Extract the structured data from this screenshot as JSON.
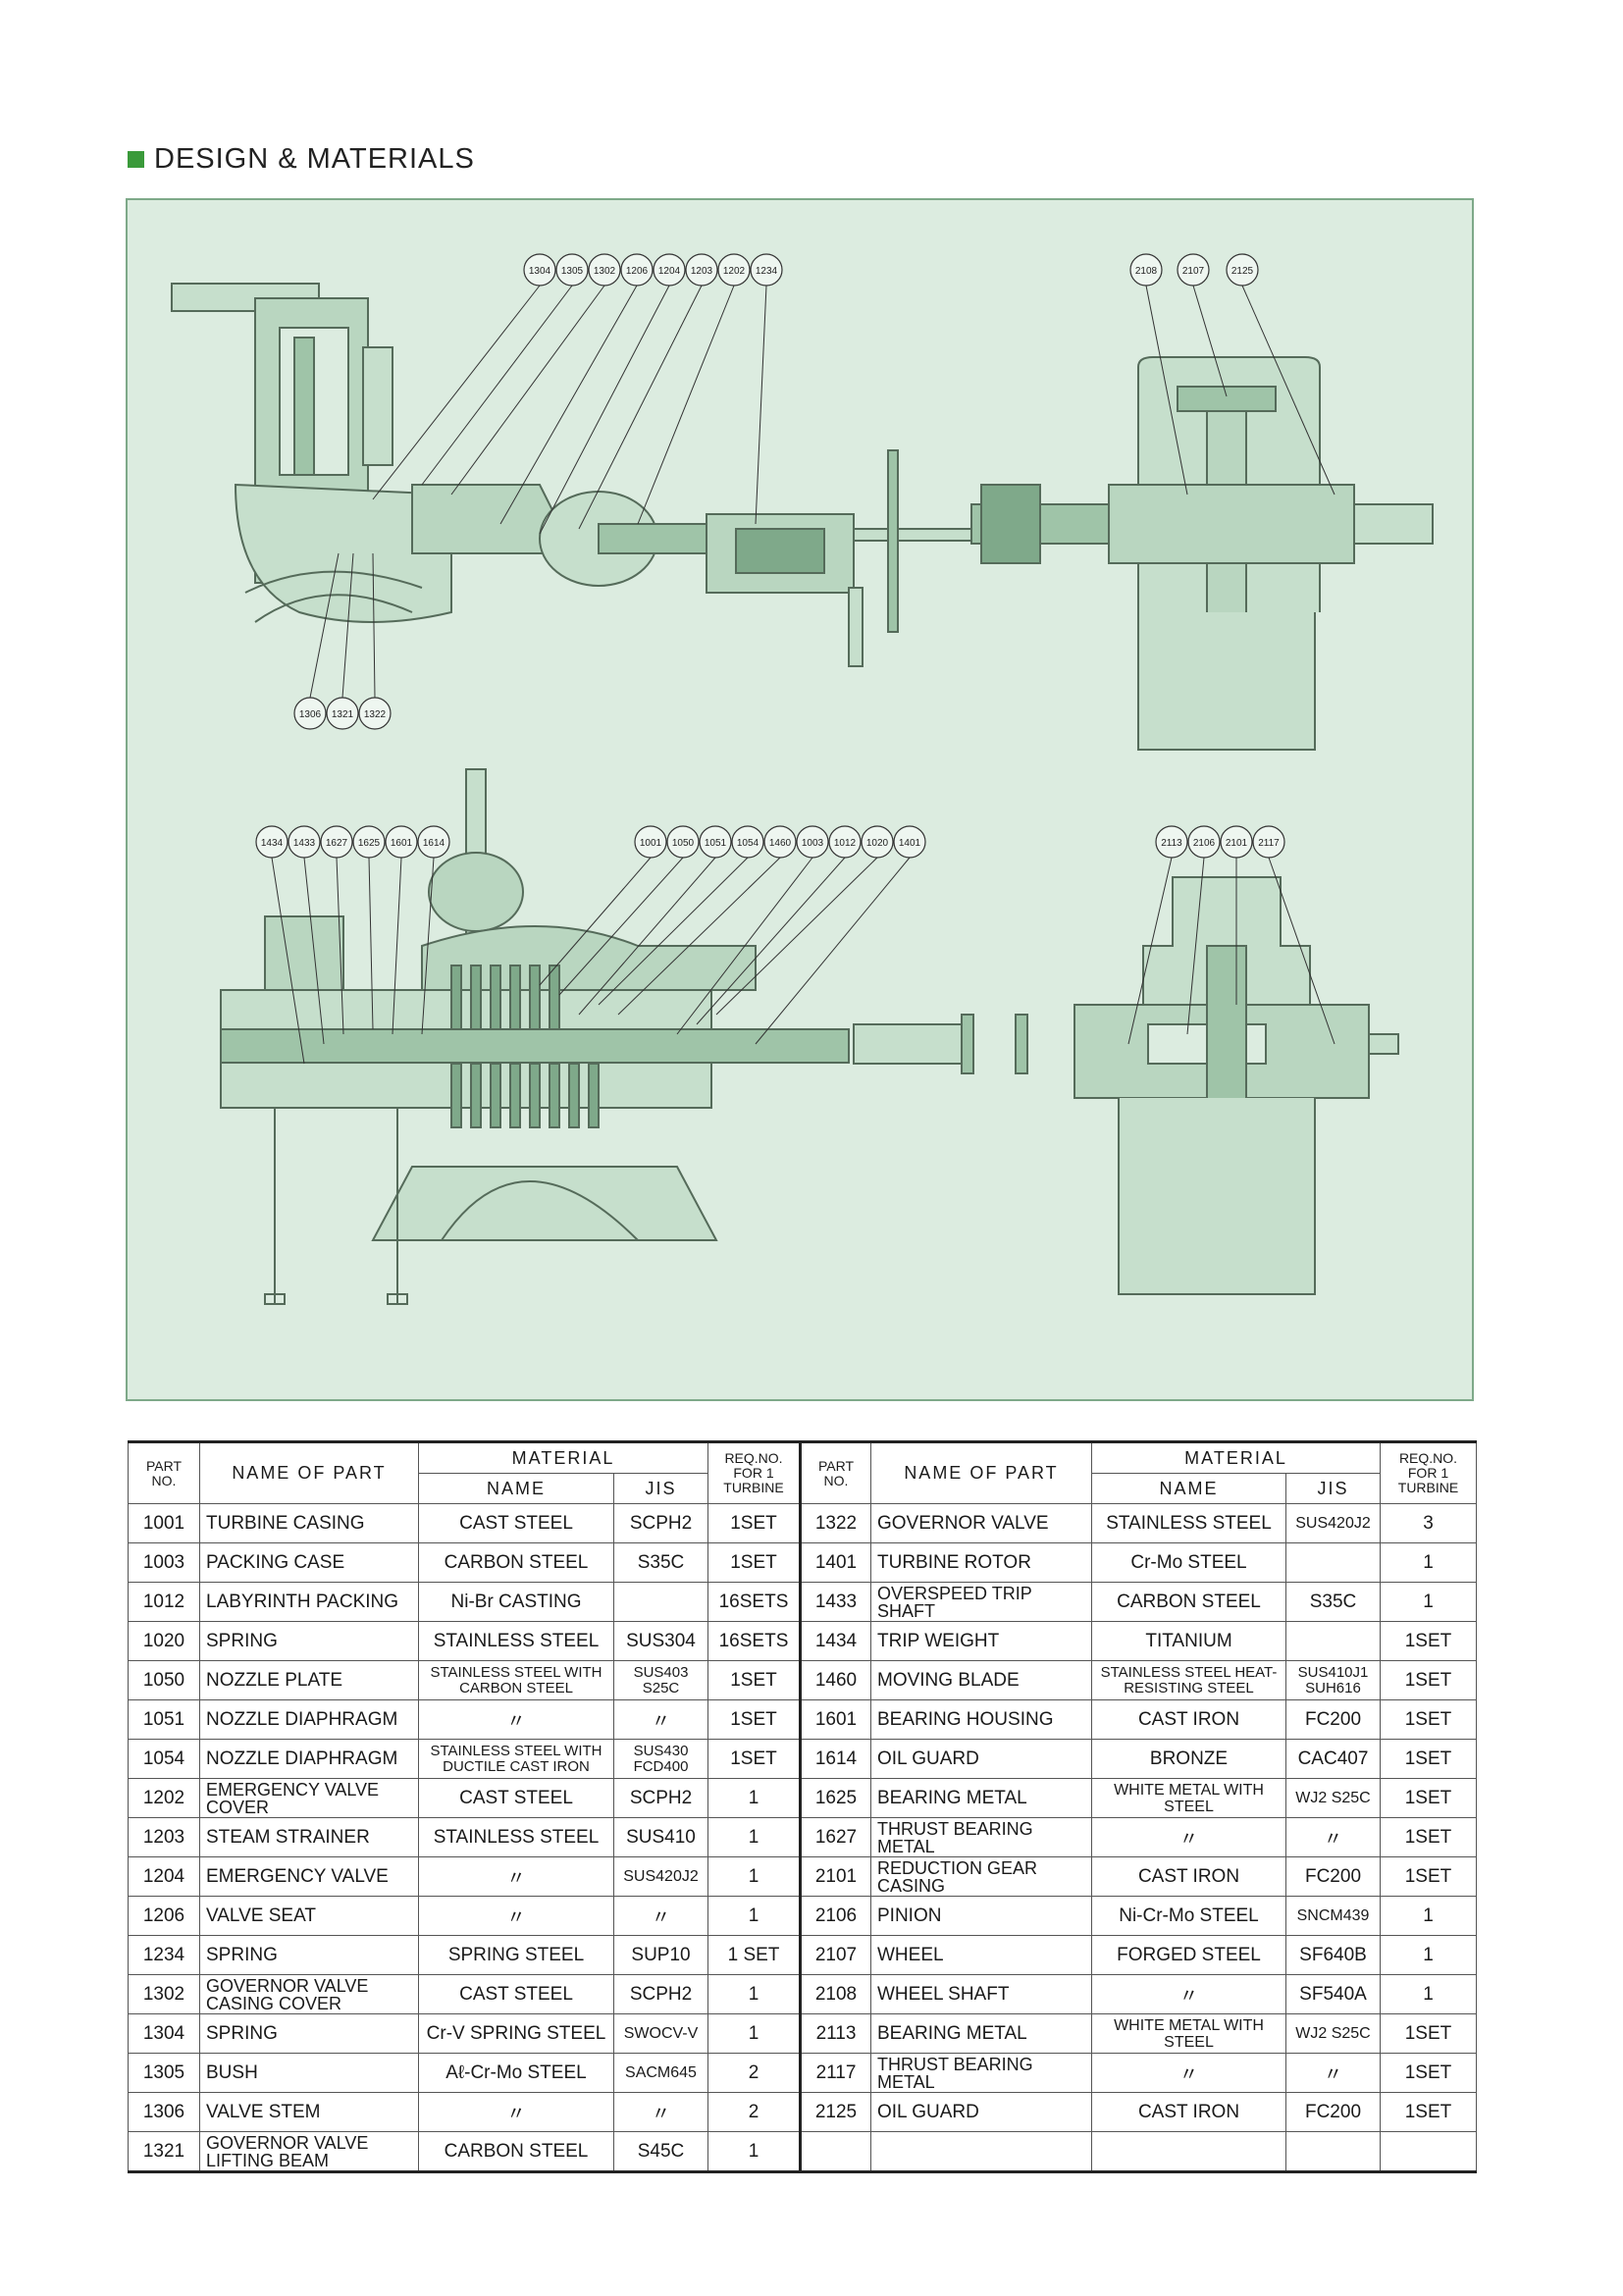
{
  "header": {
    "title": "DESIGN & MATERIALS"
  },
  "colors": {
    "drawing_bg": "#dcece0",
    "line": "#556b5a",
    "fill": "#b9d6c0",
    "accent": "#3a9a3a"
  },
  "callouts": {
    "top_left_top": [
      "1304",
      "1305",
      "1302",
      "1206",
      "1204",
      "1203",
      "1202",
      "1234"
    ],
    "top_left_bottom": [
      "1306",
      "1321",
      "1322"
    ],
    "top_right": [
      "2108",
      "2107",
      "2125"
    ],
    "bottom_left_a": [
      "1434",
      "1433",
      "1627",
      "1625",
      "1601",
      "1614"
    ],
    "bottom_left_b": [
      "1001",
      "1050",
      "1051",
      "1054",
      "1460",
      "1003",
      "1012",
      "1020",
      "1401"
    ],
    "bottom_right": [
      "2113",
      "2106",
      "2101",
      "2117"
    ]
  },
  "table": {
    "headers": {
      "part_no": "PART NO.",
      "name_of_part": "NAME OF PART",
      "material": "MATERIAL",
      "name": "NAME",
      "jis": "JIS",
      "req": "REQ.NO. FOR 1 TURBINE"
    },
    "rows": [
      {
        "l_no": "1001",
        "l_part": "TURBINE CASING",
        "l_name": "CAST STEEL",
        "l_jis": "SCPH2",
        "l_req": "1SET",
        "r_no": "1322",
        "r_part": "GOVERNOR VALVE",
        "r_name": "STAINLESS STEEL",
        "r_jis": "SUS420J2",
        "r_req": "3"
      },
      {
        "l_no": "1003",
        "l_part": "PACKING CASE",
        "l_name": "CARBON STEEL",
        "l_jis": "S35C",
        "l_req": "1SET",
        "r_no": "1401",
        "r_part": "TURBINE ROTOR",
        "r_name": "Cr-Mo STEEL",
        "r_jis": "",
        "r_req": "1"
      },
      {
        "l_no": "1012",
        "l_part": "LABYRINTH PACKING",
        "l_name": "Ni-Br CASTING",
        "l_jis": "",
        "l_req": "16SETS",
        "r_no": "1433",
        "r_part": "OVERSPEED TRIP SHAFT",
        "r_name": "CARBON STEEL",
        "r_jis": "S35C",
        "r_req": "1"
      },
      {
        "l_no": "1020",
        "l_part": "SPRING",
        "l_name": "STAINLESS STEEL",
        "l_jis": "SUS304",
        "l_req": "16SETS",
        "r_no": "1434",
        "r_part": "TRIP WEIGHT",
        "r_name": "TITANIUM",
        "r_jis": "",
        "r_req": "1SET"
      },
      {
        "l_no": "1050",
        "l_part": "NOZZLE PLATE",
        "l_name": "STAINLESS STEEL WITH CARBON STEEL",
        "l_jis": "SUS403 S25C",
        "l_req": "1SET",
        "r_no": "1460",
        "r_part": "MOVING BLADE",
        "r_name": "STAINLESS STEEL HEAT-RESISTING STEEL",
        "r_jis": "SUS410J1 SUH616",
        "r_req": "1SET"
      },
      {
        "l_no": "1051",
        "l_part": "NOZZLE DIAPHRAGM",
        "l_name": "〃",
        "l_jis": "〃",
        "l_req": "1SET",
        "r_no": "1601",
        "r_part": "BEARING HOUSING",
        "r_name": "CAST IRON",
        "r_jis": "FC200",
        "r_req": "1SET"
      },
      {
        "l_no": "1054",
        "l_part": "NOZZLE DIAPHRAGM",
        "l_name": "STAINLESS STEEL WITH DUCTILE CAST IRON",
        "l_jis": "SUS430 FCD400",
        "l_req": "1SET",
        "r_no": "1614",
        "r_part": "OIL GUARD",
        "r_name": "BRONZE",
        "r_jis": "CAC407",
        "r_req": "1SET"
      },
      {
        "l_no": "1202",
        "l_part": "EMERGENCY VALVE COVER",
        "l_name": "CAST STEEL",
        "l_jis": "SCPH2",
        "l_req": "1",
        "r_no": "1625",
        "r_part": "BEARING METAL",
        "r_name": "WHITE METAL WITH STEEL",
        "r_jis": "WJ2 S25C",
        "r_req": "1SET"
      },
      {
        "l_no": "1203",
        "l_part": "STEAM STRAINER",
        "l_name": "STAINLESS STEEL",
        "l_jis": "SUS410",
        "l_req": "1",
        "r_no": "1627",
        "r_part": "THRUST BEARING METAL",
        "r_name": "〃",
        "r_jis": "〃",
        "r_req": "1SET"
      },
      {
        "l_no": "1204",
        "l_part": "EMERGENCY VALVE",
        "l_name": "〃",
        "l_jis": "SUS420J2",
        "l_req": "1",
        "r_no": "2101",
        "r_part": "REDUCTION GEAR CASING",
        "r_name": "CAST IRON",
        "r_jis": "FC200",
        "r_req": "1SET"
      },
      {
        "l_no": "1206",
        "l_part": "VALVE SEAT",
        "l_name": "〃",
        "l_jis": "〃",
        "l_req": "1",
        "r_no": "2106",
        "r_part": "PINION",
        "r_name": "Ni-Cr-Mo STEEL",
        "r_jis": "SNCM439",
        "r_req": "1"
      },
      {
        "l_no": "1234",
        "l_part": "SPRING",
        "l_name": "SPRING STEEL",
        "l_jis": "SUP10",
        "l_req": "1 SET",
        "r_no": "2107",
        "r_part": "WHEEL",
        "r_name": "FORGED STEEL",
        "r_jis": "SF640B",
        "r_req": "1"
      },
      {
        "l_no": "1302",
        "l_part": "GOVERNOR VALVE CASING COVER",
        "l_name": "CAST STEEL",
        "l_jis": "SCPH2",
        "l_req": "1",
        "r_no": "2108",
        "r_part": "WHEEL SHAFT",
        "r_name": "〃",
        "r_jis": "SF540A",
        "r_req": "1"
      },
      {
        "l_no": "1304",
        "l_part": "SPRING",
        "l_name": "Cr-V SPRING STEEL",
        "l_jis": "SWOCV-V",
        "l_req": "1",
        "r_no": "2113",
        "r_part": "BEARING METAL",
        "r_name": "WHITE METAL WITH STEEL",
        "r_jis": "WJ2 S25C",
        "r_req": "1SET"
      },
      {
        "l_no": "1305",
        "l_part": "BUSH",
        "l_name": "Aℓ-Cr-Mo STEEL",
        "l_jis": "SACM645",
        "l_req": "2",
        "r_no": "2117",
        "r_part": "THRUST BEARING METAL",
        "r_name": "〃",
        "r_jis": "〃",
        "r_req": "1SET"
      },
      {
        "l_no": "1306",
        "l_part": "VALVE STEM",
        "l_name": "〃",
        "l_jis": "〃",
        "l_req": "2",
        "r_no": "2125",
        "r_part": "OIL GUARD",
        "r_name": "CAST IRON",
        "r_jis": "FC200",
        "r_req": "1SET"
      },
      {
        "l_no": "1321",
        "l_part": "GOVERNOR VALVE LIFTING BEAM",
        "l_name": "CARBON STEEL",
        "l_jis": "S45C",
        "l_req": "1",
        "r_no": "",
        "r_part": "",
        "r_name": "",
        "r_jis": "",
        "r_req": ""
      }
    ]
  }
}
